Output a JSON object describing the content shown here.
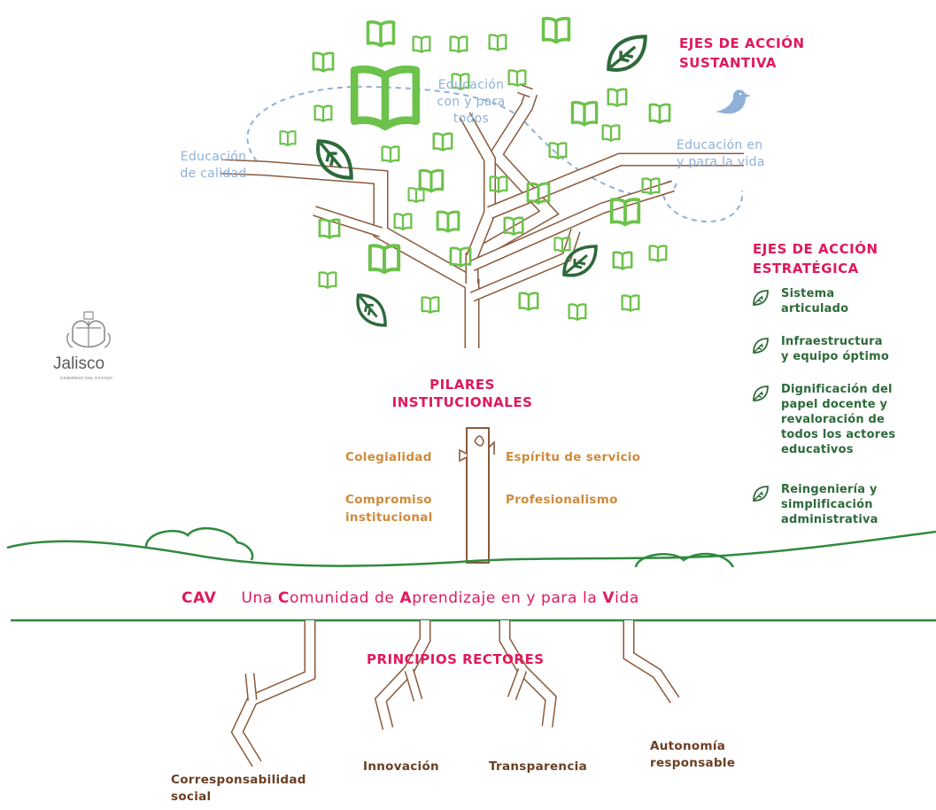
{
  "headings": {
    "sustantiva": "EJES DE ACCIÓN\nSUSTANTIVA",
    "estrategica": "EJES DE ACCIÓN\nESTRATÉGICA",
    "pilares": "PILARES\nINSTITUCIONALES",
    "principios": "PRINCIPIOS RECTORES"
  },
  "sustantiva_items": [
    "Educación\ncon y para\ntodos",
    "Educación\nde calidad",
    "Educación en\ny para la vida"
  ],
  "estrategica_items": [
    "Sistema\narticulado",
    "Infraestructura\ny equipo óptimo",
    "Dignificación del\npapel docente y\nrevaloración de\ntodos los actores\neducativos",
    "Reingeniería y\nsimplificación\nadministrativa"
  ],
  "pilares_items": [
    "Colegialidad",
    "Espíritu de servicio",
    "Compromiso\ninstitucional",
    "Profesionalismo"
  ],
  "principios_items": [
    "Corresponsabilidad\nsocial",
    "Innovación",
    "Transparencia",
    "Autonomía\nresponsable"
  ],
  "cav": {
    "acronym": "CAV",
    "parts": [
      "Una ",
      "C",
      "omunidad de ",
      "A",
      "prendizaje en y para la ",
      "V",
      "ida"
    ]
  },
  "logo": {
    "name": "Jalisco",
    "subtitle": "GOBIERNO DEL ESTADO"
  },
  "colors": {
    "pink": "#e0195a",
    "trunk": "#8b5a3c",
    "book": "#6cc24a",
    "leaf_dark": "#2d6a3a",
    "ground": "#2f8a3e",
    "dashed": "#8fb1d8",
    "orange": "#cf8a3a",
    "brown": "#6b3e22"
  }
}
